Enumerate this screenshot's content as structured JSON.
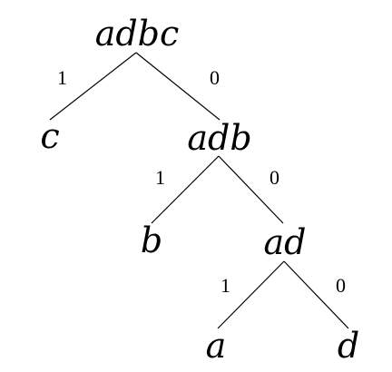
{
  "nodes": {
    "root": "adbc",
    "c": "c",
    "adb": "adb",
    "b": "b",
    "ad": "ad",
    "a": "a",
    "d": "d"
  },
  "edge_labels": {
    "root_to_c": "1",
    "root_to_adb": "0",
    "adb_to_b": "1",
    "adb_to_ad": "0",
    "ad_to_a": "1",
    "ad_to_d": "0"
  },
  "colors": {
    "stroke": "#000000",
    "text": "#000000",
    "background": "#ffffff"
  }
}
